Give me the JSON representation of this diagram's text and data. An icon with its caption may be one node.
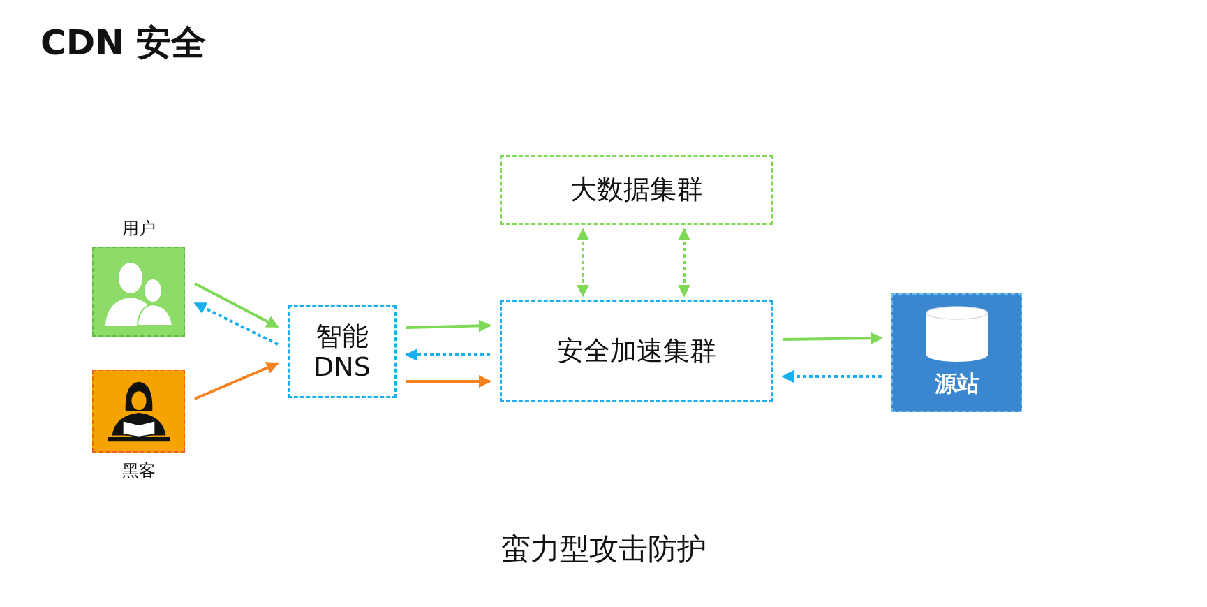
{
  "diagram": {
    "title": "CDN 安全",
    "caption": "蛮力型攻击防护",
    "nodes": [
      {
        "text": [
          "用户"
        ]
      },
      {
        "text": [
          "黑客"
        ]
      },
      {
        "text": [
          "智能 DNS"
        ]
      },
      {
        "text": [
          "大数据集群"
        ]
      },
      {
        "text": [
          "安全加速集群"
        ]
      },
      {
        "text": [
          "源站"
        ]
      }
    ],
    "edges": [
      {
        "from": 0,
        "to": 2,
        "arrow": "to"
      },
      {
        "from": 2,
        "to": 0,
        "arrow": "to",
        "style": "dashed",
        "color": "#1ab0f0"
      },
      {
        "from": 1,
        "to": 2,
        "arrow": "to",
        "color": "#f5821f"
      },
      {
        "from": 2,
        "to": 4,
        "arrow": "to"
      },
      {
        "from": 4,
        "to": 2,
        "arrow": "to",
        "style": "dashed",
        "color": "#1ab0f0"
      },
      {
        "from": 2,
        "to": 4,
        "arrow": "to",
        "color": "#f5821f"
      },
      {
        "from": 3,
        "to": 4,
        "arrow": "both",
        "style": "dashed"
      },
      {
        "from": 3,
        "to": 4,
        "arrow": "both",
        "style": "dashed"
      },
      {
        "from": 4,
        "to": 5,
        "arrow": "to"
      },
      {
        "from": 5,
        "to": 4,
        "arrow": "to",
        "style": "dashed",
        "color": "#1ab0f0"
      }
    ]
  }
}
